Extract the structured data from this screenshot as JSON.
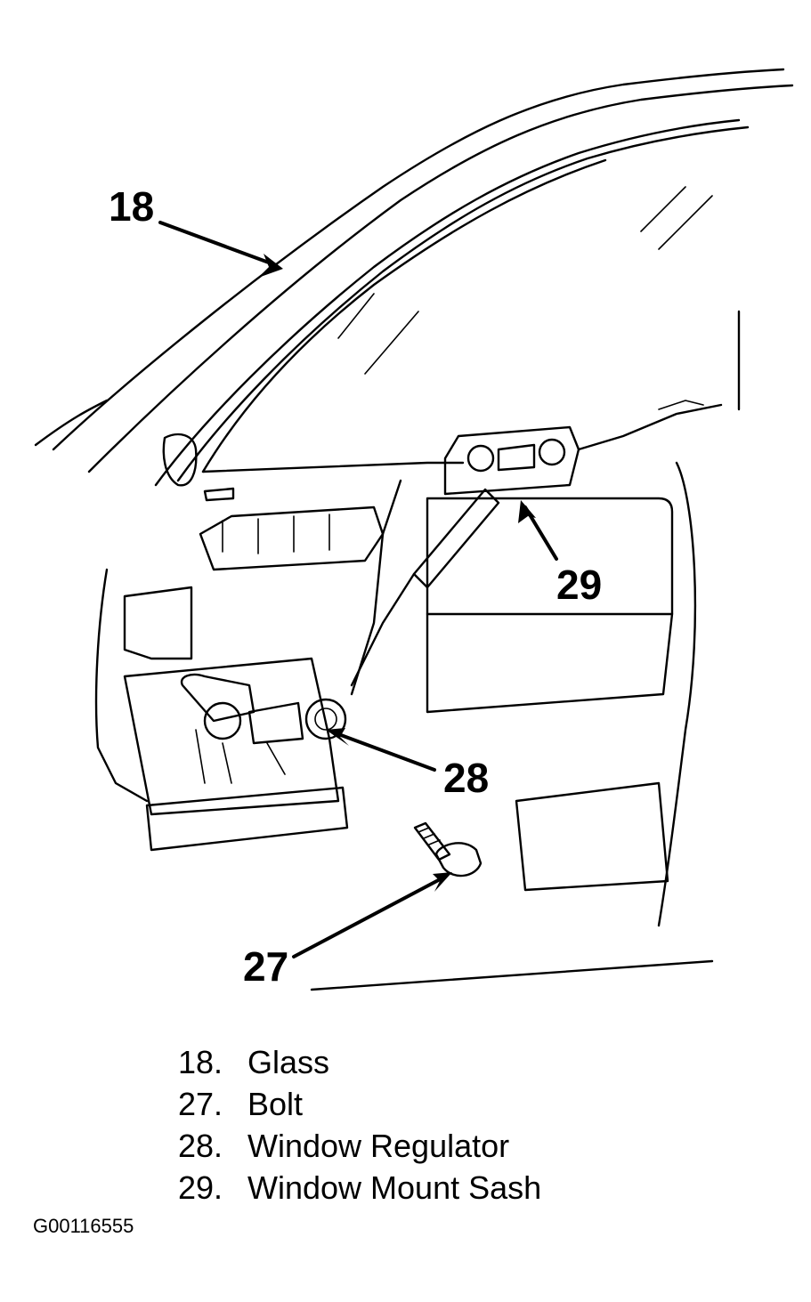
{
  "callouts": [
    {
      "number": "18",
      "part": "Glass"
    },
    {
      "number": "27",
      "part": "Bolt"
    },
    {
      "number": "28",
      "part": "Window Regulator"
    },
    {
      "number": "29",
      "part": "Window Mount Sash"
    }
  ],
  "legend": [
    {
      "number": "18.",
      "label": "Glass"
    },
    {
      "number": "27.",
      "label": "Bolt"
    },
    {
      "number": "28.",
      "label": "Window Regulator"
    },
    {
      "number": "29.",
      "label": "Window Mount Sash"
    }
  ],
  "figure_id": "G00116555"
}
